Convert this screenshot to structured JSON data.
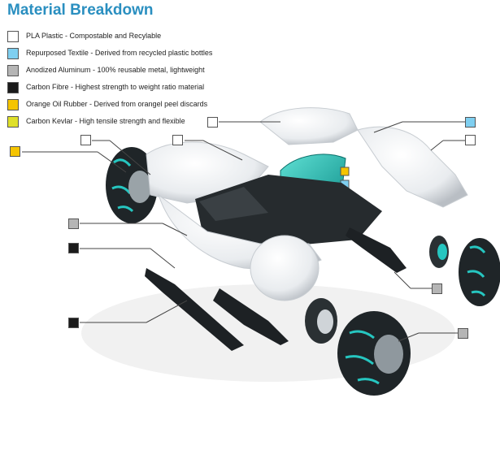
{
  "title": "Material Breakdown",
  "legend": [
    {
      "label": "PLA Plastic - Compostable and Recylable",
      "color": "#ffffff"
    },
    {
      "label": "Repurposed Textile - Derived from recycled plastic bottles",
      "color": "#7fcff0"
    },
    {
      "label": "Anodized Aluminum - 100% reusable metal, lightweight",
      "color": "#b5b5b5"
    },
    {
      "label": "Carbon Fibre - Highest strength to weight ratio material",
      "color": "#1b1b1b"
    },
    {
      "label": "Orange Oil Rubber - Derived from orangel peel discards",
      "color": "#f5c400"
    },
    {
      "label": "Carbon Kevlar - High tensile strength and flexible",
      "color": "#dfe02a"
    }
  ],
  "callouts": [
    {
      "material": "Orange Oil Rubber",
      "color": "#f5c400"
    },
    {
      "material": "PLA Plastic",
      "color": "#ffffff"
    },
    {
      "material": "PLA Plastic",
      "color": "#ffffff"
    },
    {
      "material": "PLA Plastic",
      "color": "#ffffff"
    },
    {
      "material": "Repurposed Textile",
      "color": "#7fcff0"
    },
    {
      "material": "PLA Plastic",
      "color": "#ffffff"
    },
    {
      "material": "Orange Oil Rubber",
      "color": "#f5c400"
    },
    {
      "material": "Repurposed Textile",
      "color": "#7fcff0"
    },
    {
      "material": "Anodized Aluminum",
      "color": "#b5b5b5"
    },
    {
      "material": "Carbon Fibre",
      "color": "#1b1b1b"
    },
    {
      "material": "Carbon Fibre",
      "color": "#1b1b1b"
    },
    {
      "material": "Anodized Aluminum",
      "color": "#b5b5b5"
    },
    {
      "material": "Anodized Aluminum",
      "color": "#b5b5b5"
    }
  ]
}
